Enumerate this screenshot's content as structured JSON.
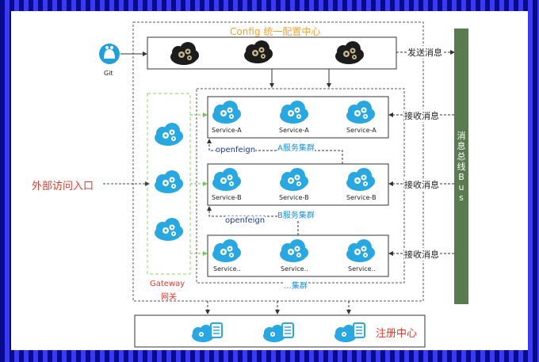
{
  "config_center": {
    "title": "Config 统一配置中心"
  },
  "git": {
    "label": "Git"
  },
  "send_message": "发送消息",
  "receive_message": "接收消息",
  "bus": {
    "label": "消息总线Bus"
  },
  "external_entry": "外部访问入口",
  "gateway": {
    "label_en": "Gateway",
    "label_cn": "网关"
  },
  "openfeign": "openfeign",
  "clusters": [
    {
      "name": "A服务集群",
      "services": [
        "Service-A",
        "Service-A",
        "Service-A"
      ]
    },
    {
      "name": "B服务集群",
      "services": [
        "Service-B",
        "Service-B",
        "Service-B"
      ]
    },
    {
      "name": "…集群",
      "services": [
        "Service..",
        "Service..",
        "Service.."
      ]
    }
  ],
  "registry": {
    "label": "注册中心"
  },
  "colors": {
    "accent_orange": "#f0a030",
    "cloud_blue": "#29a7e0",
    "gateway_green": "#8fd36b",
    "bus_green": "#5a7a50",
    "entry_red": "#e03a2a",
    "cluster_blue": "#1a8fd8",
    "openfeign_navy": "#1a3a9a"
  }
}
